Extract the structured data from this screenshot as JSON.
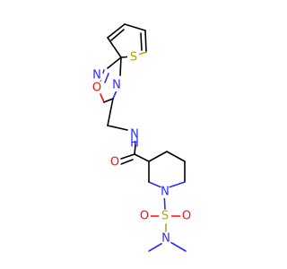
{
  "molecule": {
    "atoms": {
      "thiophene_s": {
        "label": "S",
        "color": "#b8a400"
      },
      "oxadiazole_n_top": {
        "label": "N",
        "color": "#2b2bff"
      },
      "oxadiazole_o": {
        "label": "O",
        "color": "#ff0d0d"
      },
      "oxadiazole_n_right": {
        "label": "N",
        "color": "#2b2bff"
      },
      "amide_n": {
        "label": "N",
        "color": "#2b2bff"
      },
      "amide_h": {
        "label": "H",
        "color": "#2b2bff"
      },
      "carbonyl_o": {
        "label": "O",
        "color": "#ff0d0d"
      },
      "piperidine_n": {
        "label": "N",
        "color": "#2b2bff"
      },
      "sulfonyl_s": {
        "label": "S",
        "color": "#b8a400"
      },
      "sulfonyl_o_left": {
        "label": "O",
        "color": "#ff0d0d"
      },
      "sulfonyl_o_right": {
        "label": "O",
        "color": "#ff0d0d"
      },
      "dimethyl_n": {
        "label": "N",
        "color": "#2b2bff"
      }
    }
  }
}
